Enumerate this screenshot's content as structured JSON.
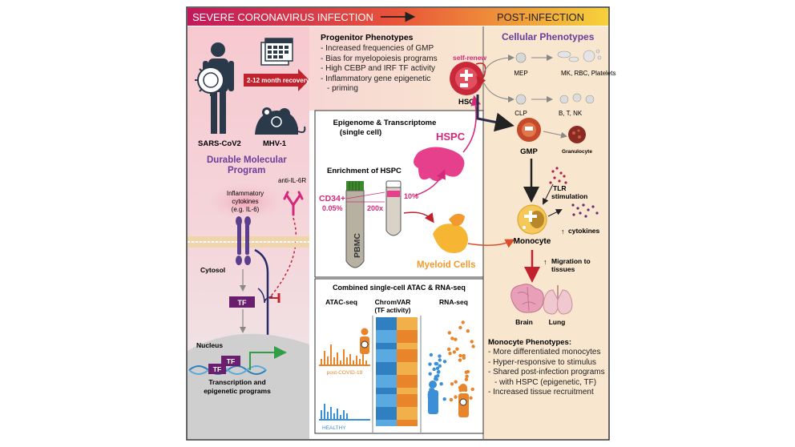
{
  "banner": {
    "left": "SEVERE CORONAVIRUS INFECTION",
    "right": "POST-INFECTION"
  },
  "left_panel": {
    "sars_label": "SARS-CoV2",
    "mhv_label": "MHV-1",
    "recovery_label": "2-12 month recovery",
    "durable_title_1": "Durable Molecular",
    "durable_title_2": "Program",
    "anti_il6r": "anti-IL-6R",
    "cytokines_1": "Inflammatory",
    "cytokines_2": "cytokines",
    "cytokines_3": "(e.g. IL-6)",
    "cytosol": "Cytosol",
    "tf": "TF",
    "nucleus": "Nucleus",
    "tf_a": "TF",
    "tf_b": "TF",
    "transcription_1": "Transcription and",
    "transcription_2": "epigenetic programs"
  },
  "progenitor": {
    "title": "Progenitor Phenotypes",
    "items": [
      "Increased frequencies of GMP",
      "Bias for myelopoiesis programs",
      "High CEBP and IRF TF activity",
      "Inflammatory gene epigenetic",
      "priming"
    ]
  },
  "epigenome": {
    "title_1": "Epigenome & Transcriptome",
    "title_2": "(single cell)",
    "hspc": "HSPC",
    "enrichment": "Enrichment of HSPC",
    "cd34": "CD34+",
    "cd34_pct": "0.05%",
    "fold": "200x",
    "pct10": "10%",
    "pbmc": "PBMC",
    "myeloid": "Myeloid Cells"
  },
  "combined": {
    "title": "Combined single-cell ATAC & RNA-seq",
    "atac": "ATAC-seq",
    "chromvar_1": "ChromVAR",
    "chromvar_2": "(TF activity)",
    "rna": "RNA-seq",
    "post_covid": "post-COVID-19",
    "healthy": "HEALTHY"
  },
  "cellular": {
    "title": "Cellular Phenotypes",
    "self_renew": "self-renew",
    "hsc": "HSC",
    "mep": "MEP",
    "mk": "MK, RBC, Platelets",
    "clp": "CLP",
    "btnk": "B, T, NK",
    "gmp": "GMP",
    "granulocyte": "Granulocyte",
    "tlr_1": "TLR",
    "tlr_2": "stimulation",
    "monocyte": "Monocyte",
    "cytokines": "cytokines",
    "migration_1": "Migration to",
    "migration_2": "tissues",
    "brain": "Brain",
    "lung": "Lung"
  },
  "monocyte_phen": {
    "title": "Monocyte Phenotypes:",
    "items": [
      "More differentiated monocytes",
      "Hyper-responsive to stimulus",
      "Shared post-infection programs",
      "with HSPC (epigenetic, TF)",
      "Increased tissue recruitment"
    ]
  },
  "colors": {
    "accent_purple": "#6a3d9a",
    "magenta": "#d6287a",
    "orange": "#f29a2e",
    "crimson": "#c0232d"
  }
}
